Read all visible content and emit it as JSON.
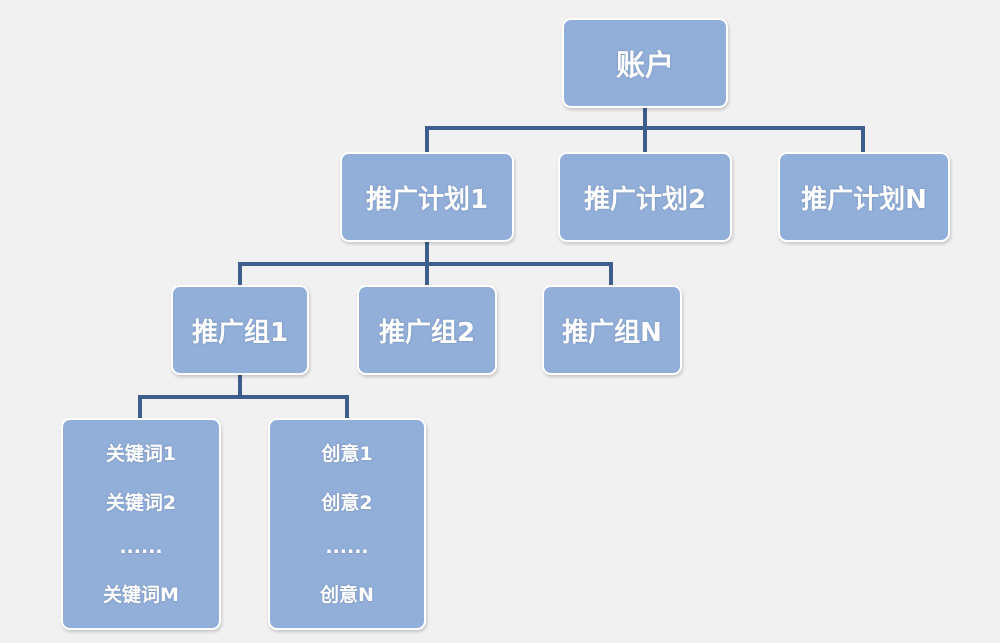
{
  "root": {
    "label": "账户"
  },
  "plans": [
    {
      "label": "推广计划1"
    },
    {
      "label": "推广计划2"
    },
    {
      "label": "推广计划N"
    }
  ],
  "groups": [
    {
      "label": "推广组1"
    },
    {
      "label": "推广组2"
    },
    {
      "label": "推广组N"
    }
  ],
  "keywords": {
    "items": [
      "关键词1",
      "关键词2",
      "......",
      "关键词M"
    ]
  },
  "creatives": {
    "items": [
      "创意1",
      "创意2",
      "......",
      "创意N"
    ]
  },
  "colors": {
    "node_fill": "#92afd9",
    "node_border": "#ffffff",
    "connector": "#3e5f8e",
    "background": "#f1f1f1"
  }
}
